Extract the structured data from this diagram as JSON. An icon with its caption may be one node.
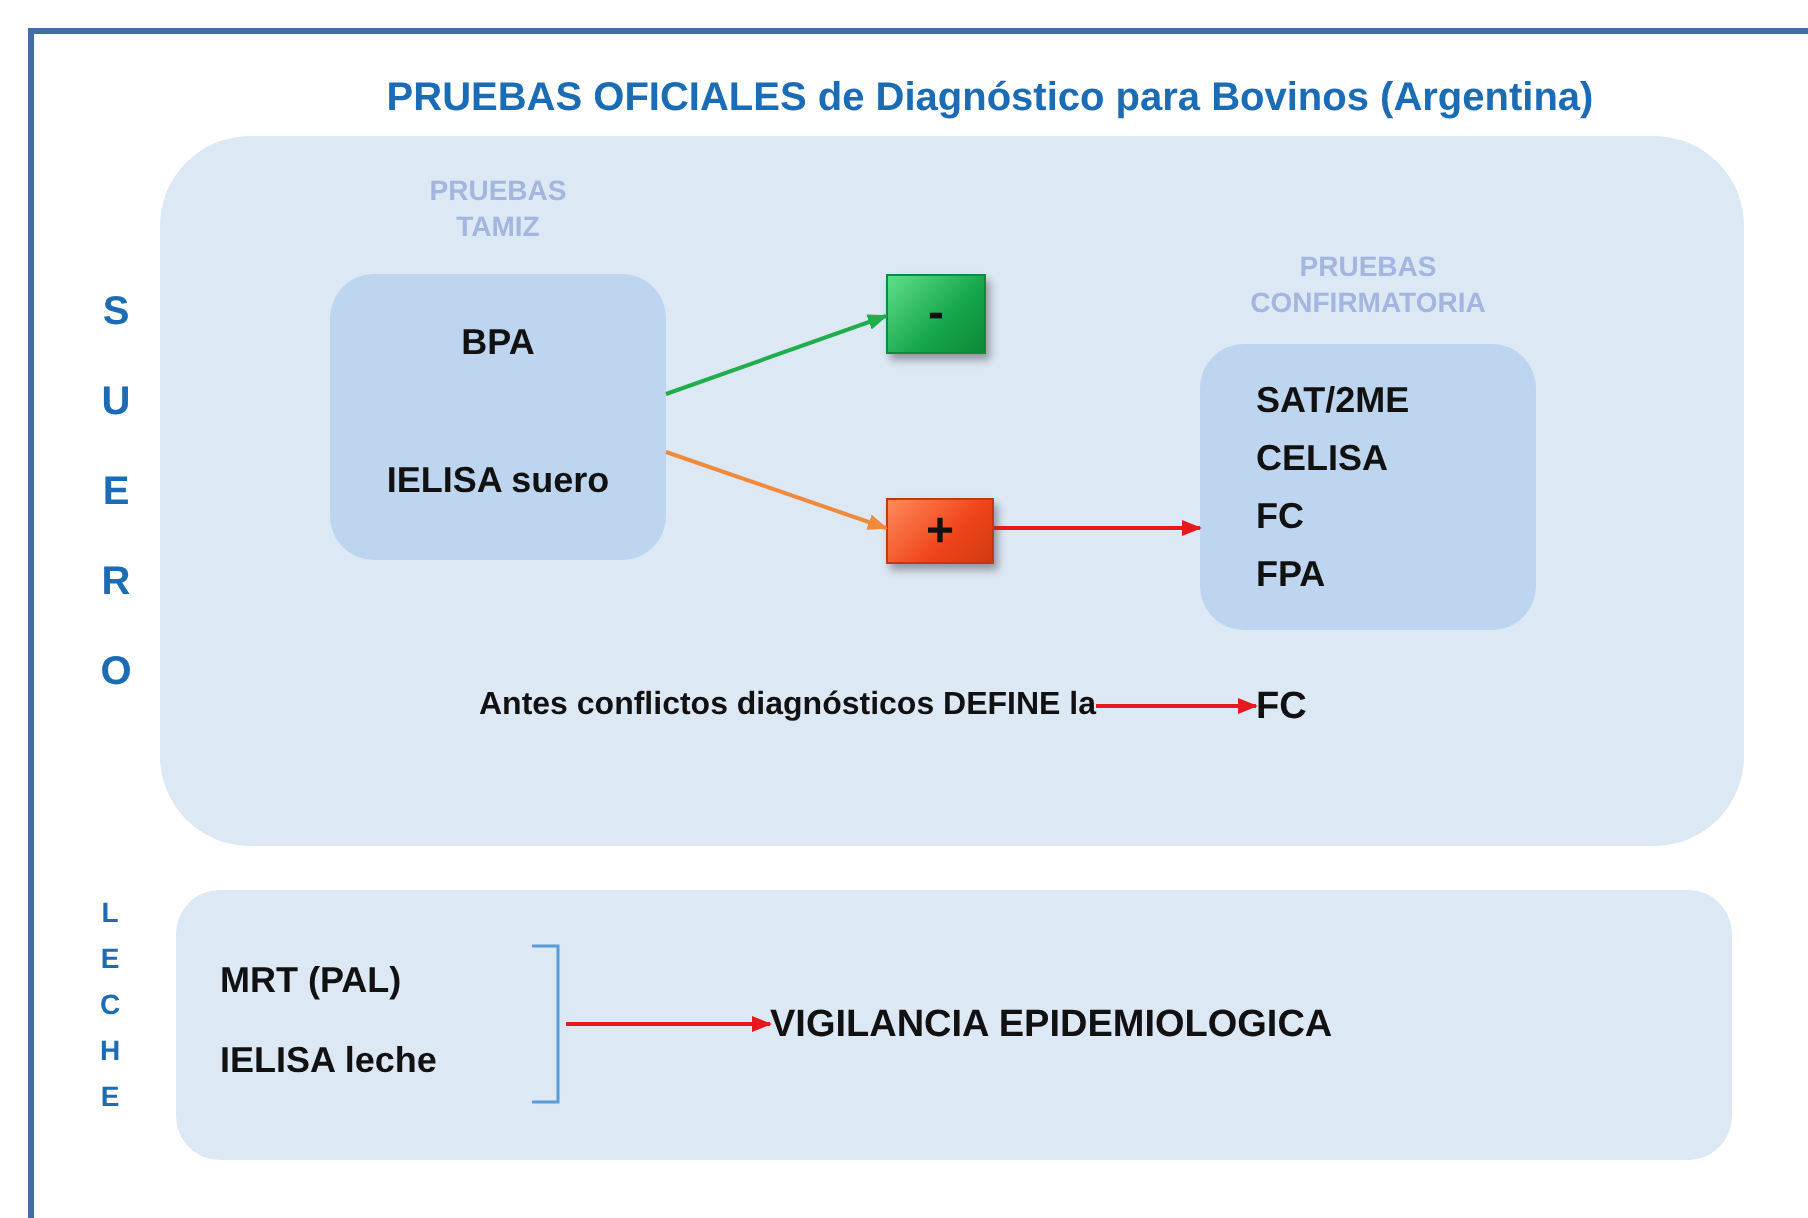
{
  "diagram": {
    "title": "PRUEBAS OFICIALES de Diagnóstico para Bovinos (Argentina)",
    "nodes": [
      {
        "text": [
          "SUERO"
        ]
      },
      {
        "text": [
          "PRUEBAS TAMIZ",
          "BPA",
          "IELISA suero"
        ],
        "in": 0
      },
      {
        "text": [
          "-"
        ],
        "in": 0
      },
      {
        "text": [
          "+"
        ],
        "in": 0
      },
      {
        "text": [
          "PRUEBAS CONFIRMATORIA",
          "SAT/2ME",
          "CELISA",
          "FC",
          "FPA"
        ],
        "in": 0
      },
      {
        "text": [
          "Antes conflictos diagnósticos DEFINE la"
        ],
        "in": 0
      },
      {
        "text": [
          "FC"
        ],
        "in": 0
      },
      {
        "text": [
          "LECHE"
        ]
      },
      {
        "text": [
          "MRT (PAL)",
          "IELISA leche"
        ],
        "in": 7
      },
      {
        "text": [
          "VIGILANCIA EPIDEMIOLOGICA"
        ],
        "in": 7
      }
    ],
    "edges": [
      {
        "from": 1,
        "to": 2,
        "arrow": "to",
        "color": "#1fae4b"
      },
      {
        "from": 1,
        "to": 3,
        "arrow": "to",
        "color": "#ef8a3c"
      },
      {
        "from": 3,
        "to": 4,
        "arrow": "to"
      },
      {
        "from": 5,
        "to": 6,
        "arrow": "to"
      },
      {
        "from": 8,
        "to": 9,
        "arrow": "to"
      }
    ]
  }
}
